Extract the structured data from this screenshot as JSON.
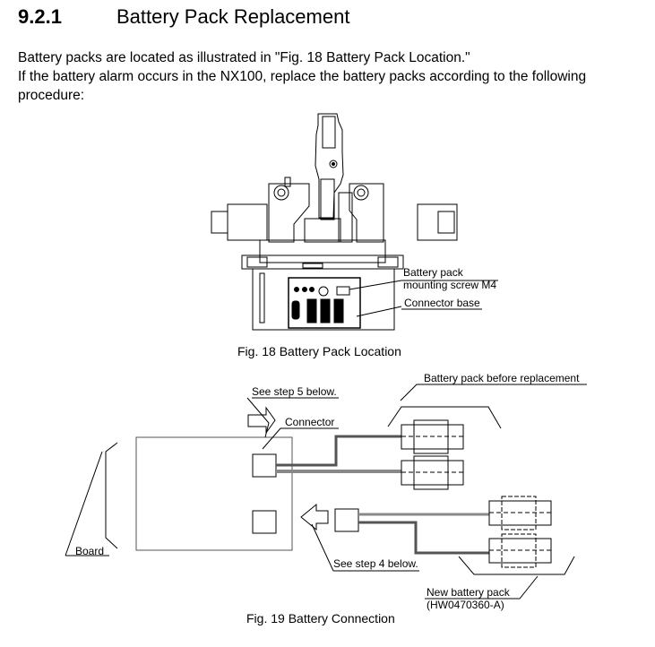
{
  "section": {
    "number": "9.2.1",
    "title": "Battery Pack Replacement"
  },
  "paragraphs": [
    "Battery packs are located as illustrated in \"Fig. 18  Battery Pack Location.\"",
    "If the battery alarm occurs in the NX100, replace the battery packs according to the following procedure:"
  ],
  "fig18": {
    "caption": "Fig. 18  Battery Pack Location",
    "labels": {
      "screw_line1": "Battery pack",
      "screw_line2": "mounting screw M4",
      "connector_base": "Connector base"
    }
  },
  "fig19": {
    "caption": "Fig. 19  Battery Connection",
    "labels": {
      "step5": "See step 5 below.",
      "connector": "Connector",
      "old_pack": "Battery pack before replacement",
      "board": "Board",
      "step4": "See step 4 below.",
      "new_pack_line1": "New battery pack",
      "new_pack_line2": "(HW0470360-A)"
    }
  }
}
